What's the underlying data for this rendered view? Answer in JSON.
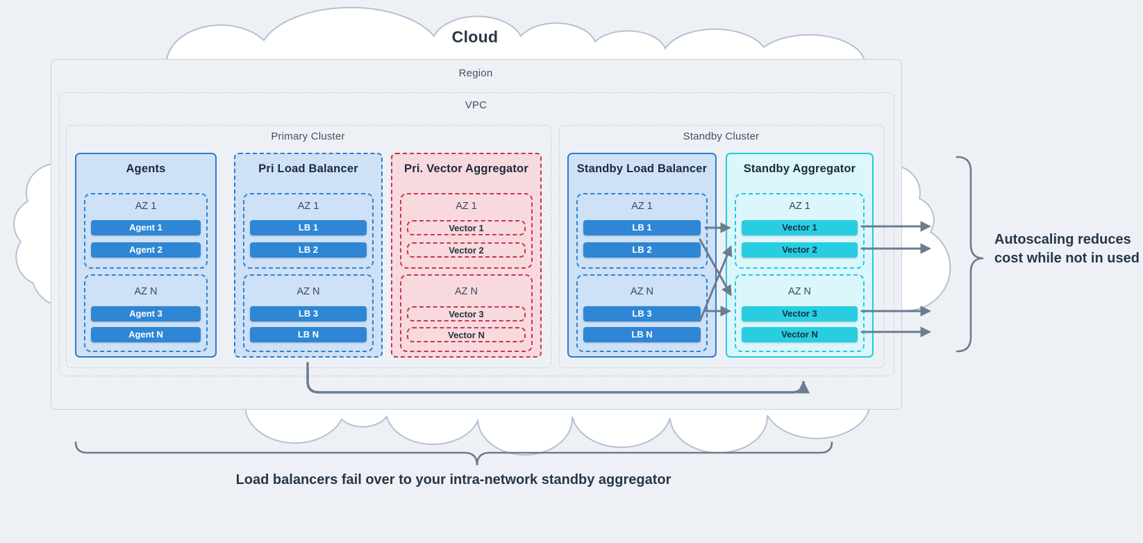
{
  "cloud": {
    "label": "Cloud"
  },
  "region": {
    "label": "Region"
  },
  "vpc": {
    "label": "VPC"
  },
  "clusters": [
    {
      "label": "Primary Cluster",
      "boxes": [
        {
          "title": "Agents",
          "style": "blue-solid",
          "azs": [
            {
              "label": "AZ 1",
              "items": [
                "Agent 1",
                "Agent 2"
              ]
            },
            {
              "label": "AZ N",
              "items": [
                "Agent 3",
                "Agent N"
              ]
            }
          ]
        },
        {
          "title": "Pri Load Balancer",
          "style": "blue-dashed",
          "azs": [
            {
              "label": "AZ 1",
              "items": [
                "LB 1",
                "LB 2"
              ]
            },
            {
              "label": "AZ N",
              "items": [
                "LB 3",
                "LB N"
              ]
            }
          ]
        },
        {
          "title": "Pri. Vector Aggregator",
          "style": "red-dashed",
          "azs": [
            {
              "label": "AZ 1",
              "items": [
                "Vector 1",
                "Vector 2"
              ]
            },
            {
              "label": "AZ N",
              "items": [
                "Vector 3",
                "Vector N"
              ]
            }
          ]
        }
      ]
    },
    {
      "label": "Standby Cluster",
      "boxes": [
        {
          "title": "Standby Load Balancer",
          "style": "blue-solid",
          "azs": [
            {
              "label": "AZ 1",
              "items": [
                "LB 1",
                "LB 2"
              ]
            },
            {
              "label": "AZ N",
              "items": [
                "LB 3",
                "LB N"
              ]
            }
          ]
        },
        {
          "title": "Standby Aggregator",
          "style": "cyan-solid",
          "azs": [
            {
              "label": "AZ 1",
              "items": [
                "Vector 1",
                "Vector 2"
              ]
            },
            {
              "label": "AZ N",
              "items": [
                "Vector 3",
                "Vector N"
              ]
            }
          ]
        }
      ]
    }
  ],
  "annotations": {
    "right": "Autoscaling reduces cost while not in used",
    "bottom": "Load balancers fail over to your intra-network standby aggregator"
  },
  "colors": {
    "background": "#edf1f5",
    "cloud_outline": "#b5c1d0",
    "container_border": "#c8d1db",
    "blue_accent": "#2b7cce",
    "blue_fill": "#cee1f6",
    "pill_blue": "#2e86d4",
    "red_accent": "#c8354f",
    "red_fill": "#f8d9de",
    "cyan_accent": "#23c9de",
    "cyan_fill": "#dbf7fb",
    "pill_cyan": "#29cde1",
    "arrow_gray": "#6b7c8f",
    "text_dark": "#263747"
  }
}
